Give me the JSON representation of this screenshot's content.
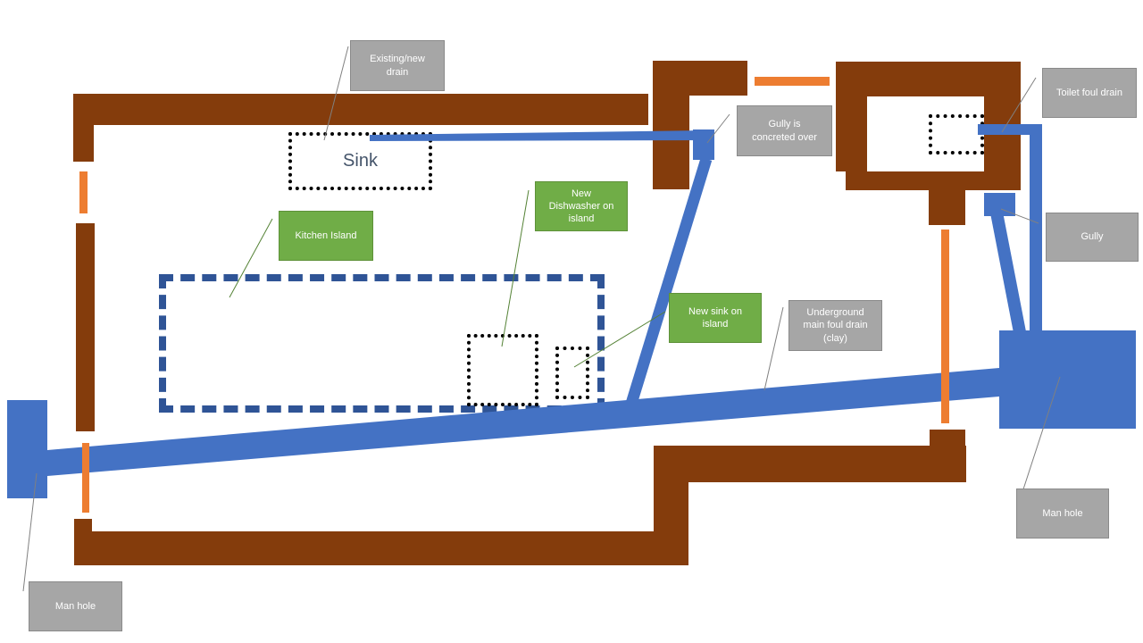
{
  "diagram": {
    "type": "house-drainage-plan",
    "labels": {
      "existing_new_drain": "Existing/new drain",
      "gully_concreted": "Gully is concreted over",
      "toilet_foul_drain": "Toilet foul drain",
      "gully": "Gully",
      "underground_main": "Underground main foul drain (clay)",
      "man_hole_right": "Man hole",
      "man_hole_left": "Man hole",
      "kitchen_island": "Kitchen Island",
      "new_dishwasher": "New Dishwasher on island",
      "new_sink_island": "New sink on island",
      "sink": "Sink"
    },
    "colors": {
      "wall_brown": "#843C0C",
      "pipe_blue": "#4472C4",
      "island_dash_blue": "#2F5496",
      "opening_orange": "#ED7D31",
      "label_gray_fill": "#A6A6A6",
      "label_gray_border": "#8A8A8A",
      "label_green_fill": "#70AD47",
      "label_green_border": "#5E9139",
      "sink_text": "#44546A",
      "leader_gray": "#808080",
      "leader_green": "#548235",
      "dotted_black": "#000000"
    }
  }
}
